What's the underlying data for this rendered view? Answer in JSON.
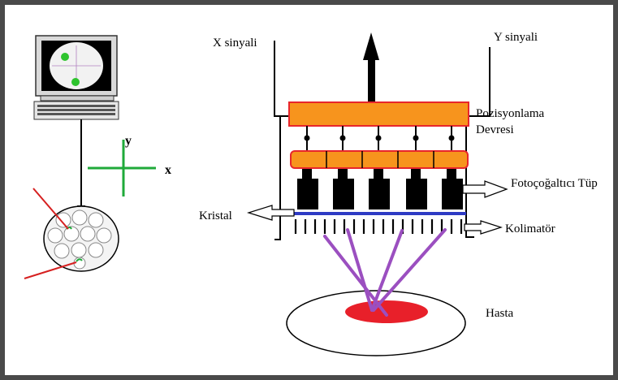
{
  "labels": {
    "x_signal": "X sinyali",
    "y_signal": "Y sinyali",
    "positioning_line1": "Pozisyonlama",
    "positioning_line2": "Devresi",
    "photomultiplier": "Fotoçoğaltıcı Tüp",
    "crystal": "Kristal",
    "collimator": "Kolimatör",
    "patient": "Hasta",
    "axis_x": "x",
    "axis_y": "y"
  },
  "colors": {
    "frame": "#4a4a4a",
    "circuit_fill": "#f7941d",
    "circuit_border": "#e8262c",
    "crystal_line": "#2e3bc4",
    "green_axes": "#1faa3a",
    "photon_lines": "#9b4fc0",
    "source_spot": "#e8202a",
    "gamma_lines": "#d62020"
  },
  "icons": [
    "monitor-icon",
    "keyboard-icon",
    "detector-head-icon",
    "arrow-icon"
  ]
}
